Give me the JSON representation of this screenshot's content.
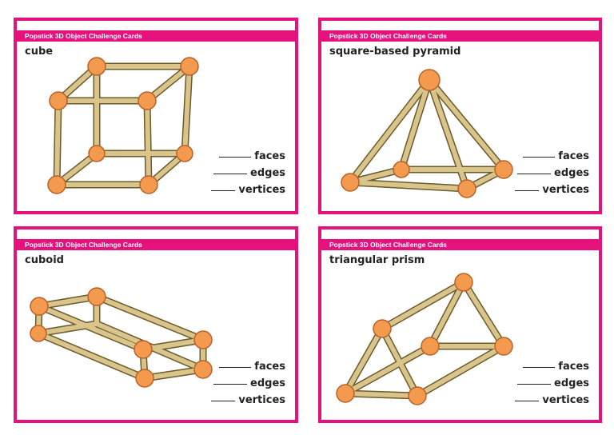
{
  "cards": [
    {
      "header": "Popstick 3D Object Challenge Cards",
      "title": "cube",
      "faces_label": "faces",
      "edges_label": "edges",
      "vertices_label": "vertices",
      "icon": "cube-model-icon"
    },
    {
      "header": "Popstick 3D Object Challenge Cards",
      "title": "square-based pyramid",
      "faces_label": "faces",
      "edges_label": "edges",
      "vertices_label": "vertices",
      "icon": "pyramid-model-icon"
    },
    {
      "header": "Popstick 3D Object Challenge Cards",
      "title": "cuboid",
      "faces_label": "faces",
      "edges_label": "edges",
      "vertices_label": "vertices",
      "icon": "cuboid-model-icon"
    },
    {
      "header": "Popstick 3D Object Challenge Cards",
      "title": "triangular prism",
      "faces_label": "faces",
      "edges_label": "edges",
      "vertices_label": "vertices",
      "icon": "triangular-prism-model-icon"
    }
  ],
  "colors": {
    "accent": "#e5127d",
    "stick": "#d9c58c",
    "ball": "#f39a4e"
  }
}
